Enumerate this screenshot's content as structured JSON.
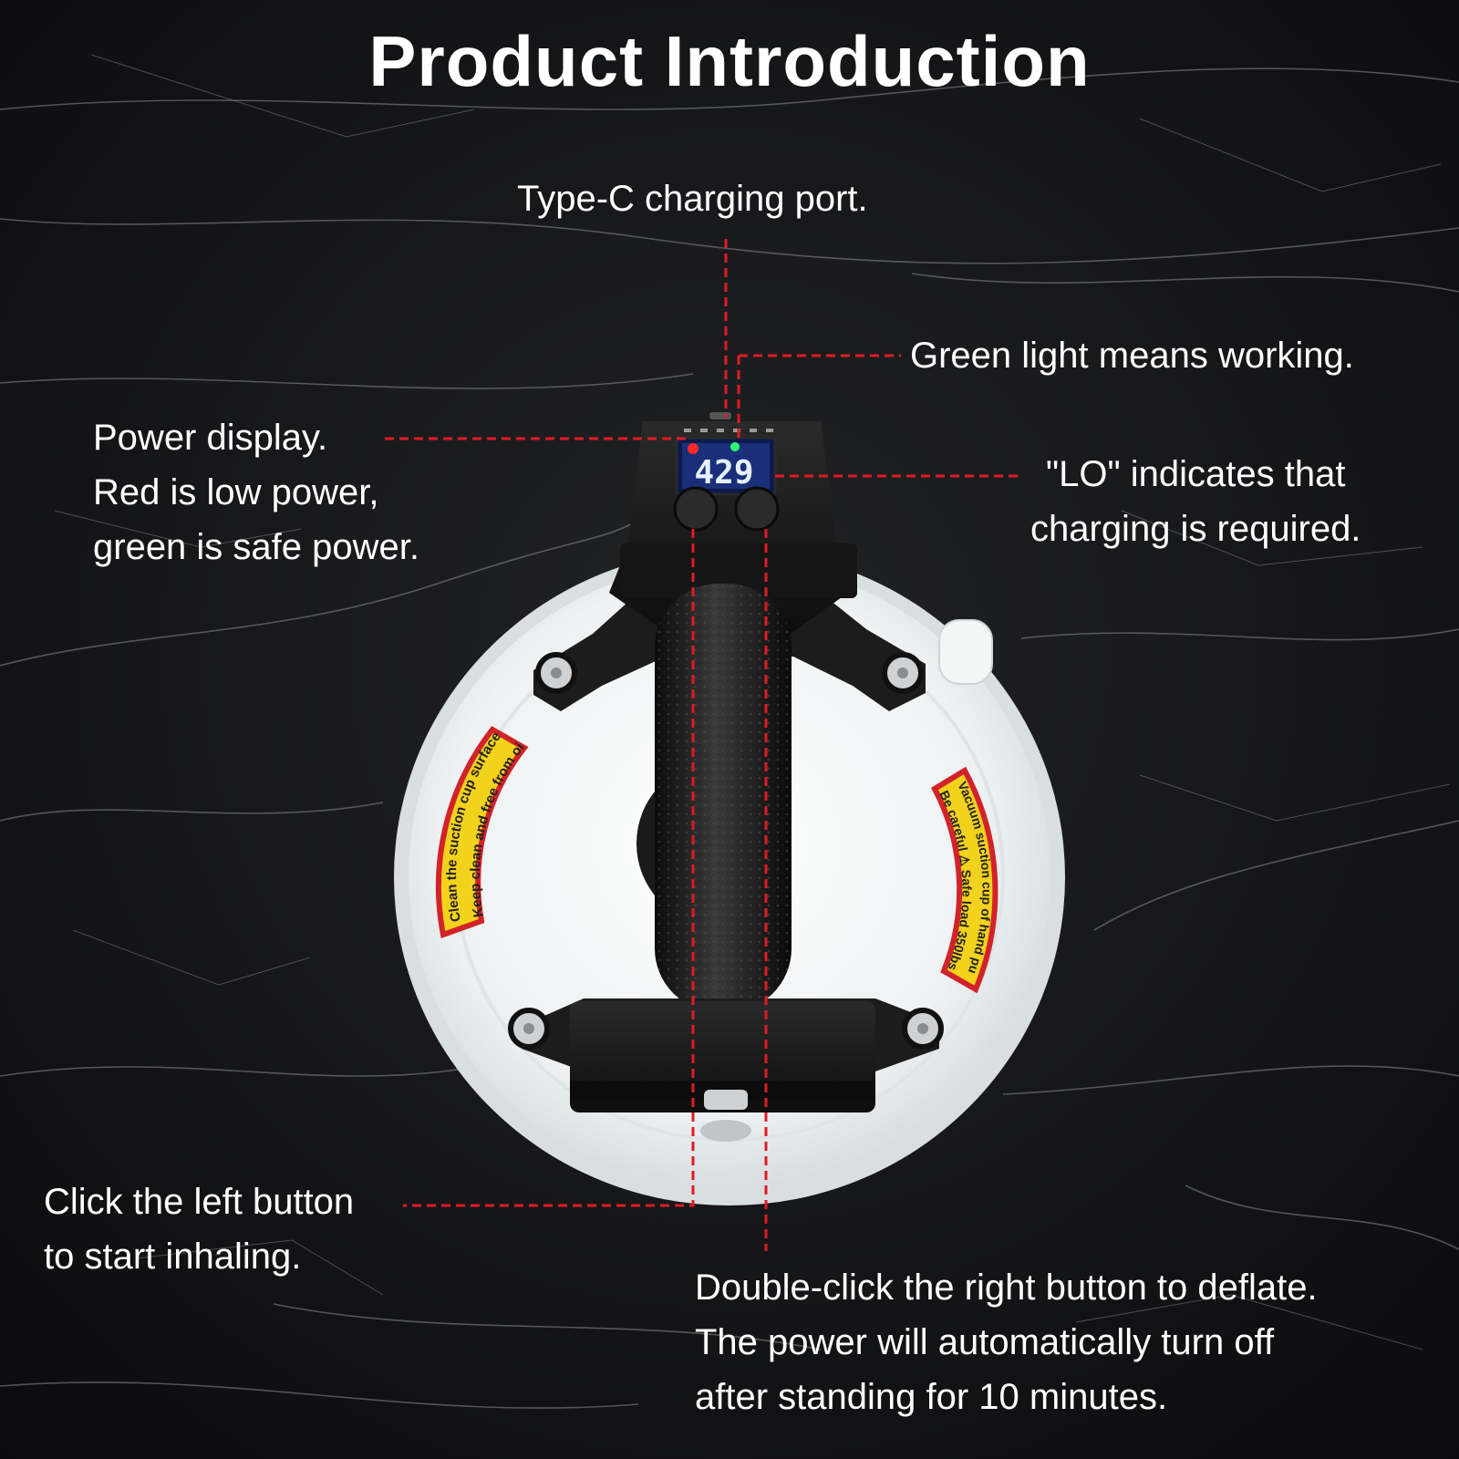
{
  "title": "Product Introduction",
  "annotations": {
    "type_c": "Type-C charging port.",
    "green_light": "Green light means working.",
    "power_display": {
      "line1": "Power display.",
      "line2": "Red is low power,",
      "line3": "green is safe power."
    },
    "lo_indicator": {
      "line1": "\"LO\" indicates that",
      "line2": "charging is required."
    },
    "left_button": {
      "line1": "Click the left button",
      "line2": "to start inhaling."
    },
    "right_button": {
      "line1": "Double-click the right button to deflate.",
      "line2": "The power will automatically turn off",
      "line3": "after standing for 10 minutes."
    }
  },
  "device": {
    "display_value": "429",
    "warning_label_left": {
      "line1": "Clean the suction cup surface",
      "line2": "Keep clean and free from oil"
    },
    "warning_label_right": {
      "line1": "Vacuum suction cup of hand pump",
      "line2": "Be careful ⚠ Safe load 350lbs"
    }
  },
  "colors": {
    "background": "#141416",
    "leader_line": "#e01b24",
    "label_yellow": "#f2d21b",
    "label_border": "#d2232a",
    "cup": "#eef1f2",
    "led_red": "#ff2a2a",
    "led_green": "#2dff6a",
    "lcd": "#1a2f7a"
  }
}
